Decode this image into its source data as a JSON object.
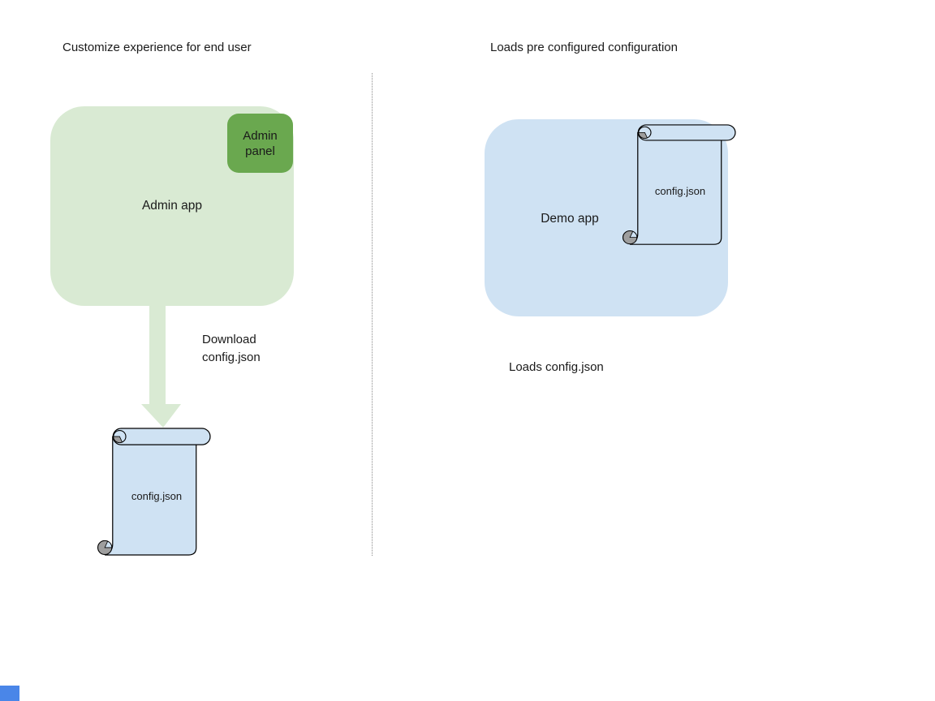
{
  "colors": {
    "admin_app_fill": "#d9ead3",
    "admin_panel_fill": "#6aa84f",
    "arrow_fill": "#d9ead3",
    "demo_app_fill": "#cfe2f3",
    "file_fill": "#cfe2f3",
    "curl_gray": "#9e9e9e",
    "outline": "#000000",
    "divider_gray": "#8c8c8c",
    "corner_square_blue": "#4a86e8"
  },
  "left": {
    "title": "Customize experience for end user",
    "admin_app_label": "Admin app",
    "admin_panel_label": "Admin panel",
    "arrow_label": "Download config.json",
    "file_label": "config.json"
  },
  "right": {
    "title": "Loads pre configured configuration",
    "demo_app_label": "Demo app",
    "file_label": "config.json",
    "caption": "Loads config.json"
  }
}
